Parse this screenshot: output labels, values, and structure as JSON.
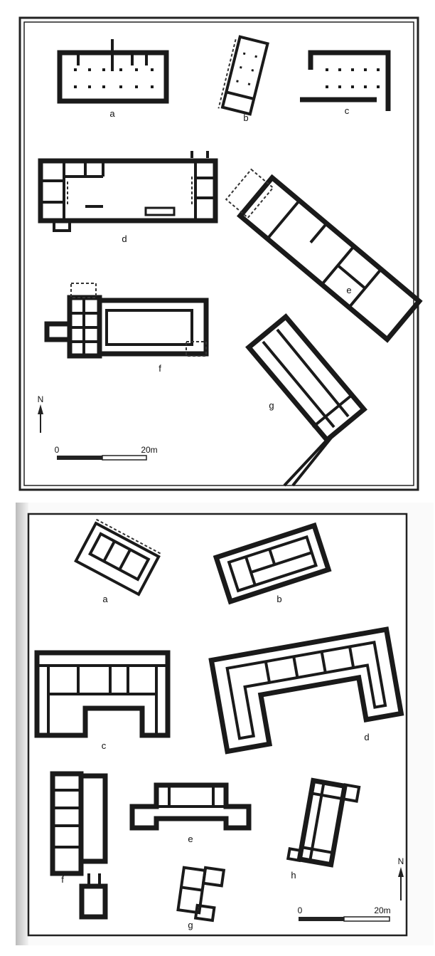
{
  "figure_top": {
    "plan_labels": [
      "a",
      "b",
      "c",
      "d",
      "e",
      "f",
      "g"
    ],
    "north_label": "N",
    "scale": {
      "start": "0",
      "end": "20m"
    }
  },
  "figure_bottom": {
    "plan_labels": [
      "a",
      "b",
      "c",
      "d",
      "e",
      "f",
      "g",
      "h"
    ],
    "north_label": "N",
    "scale": {
      "start": "0",
      "end": "20m"
    }
  }
}
